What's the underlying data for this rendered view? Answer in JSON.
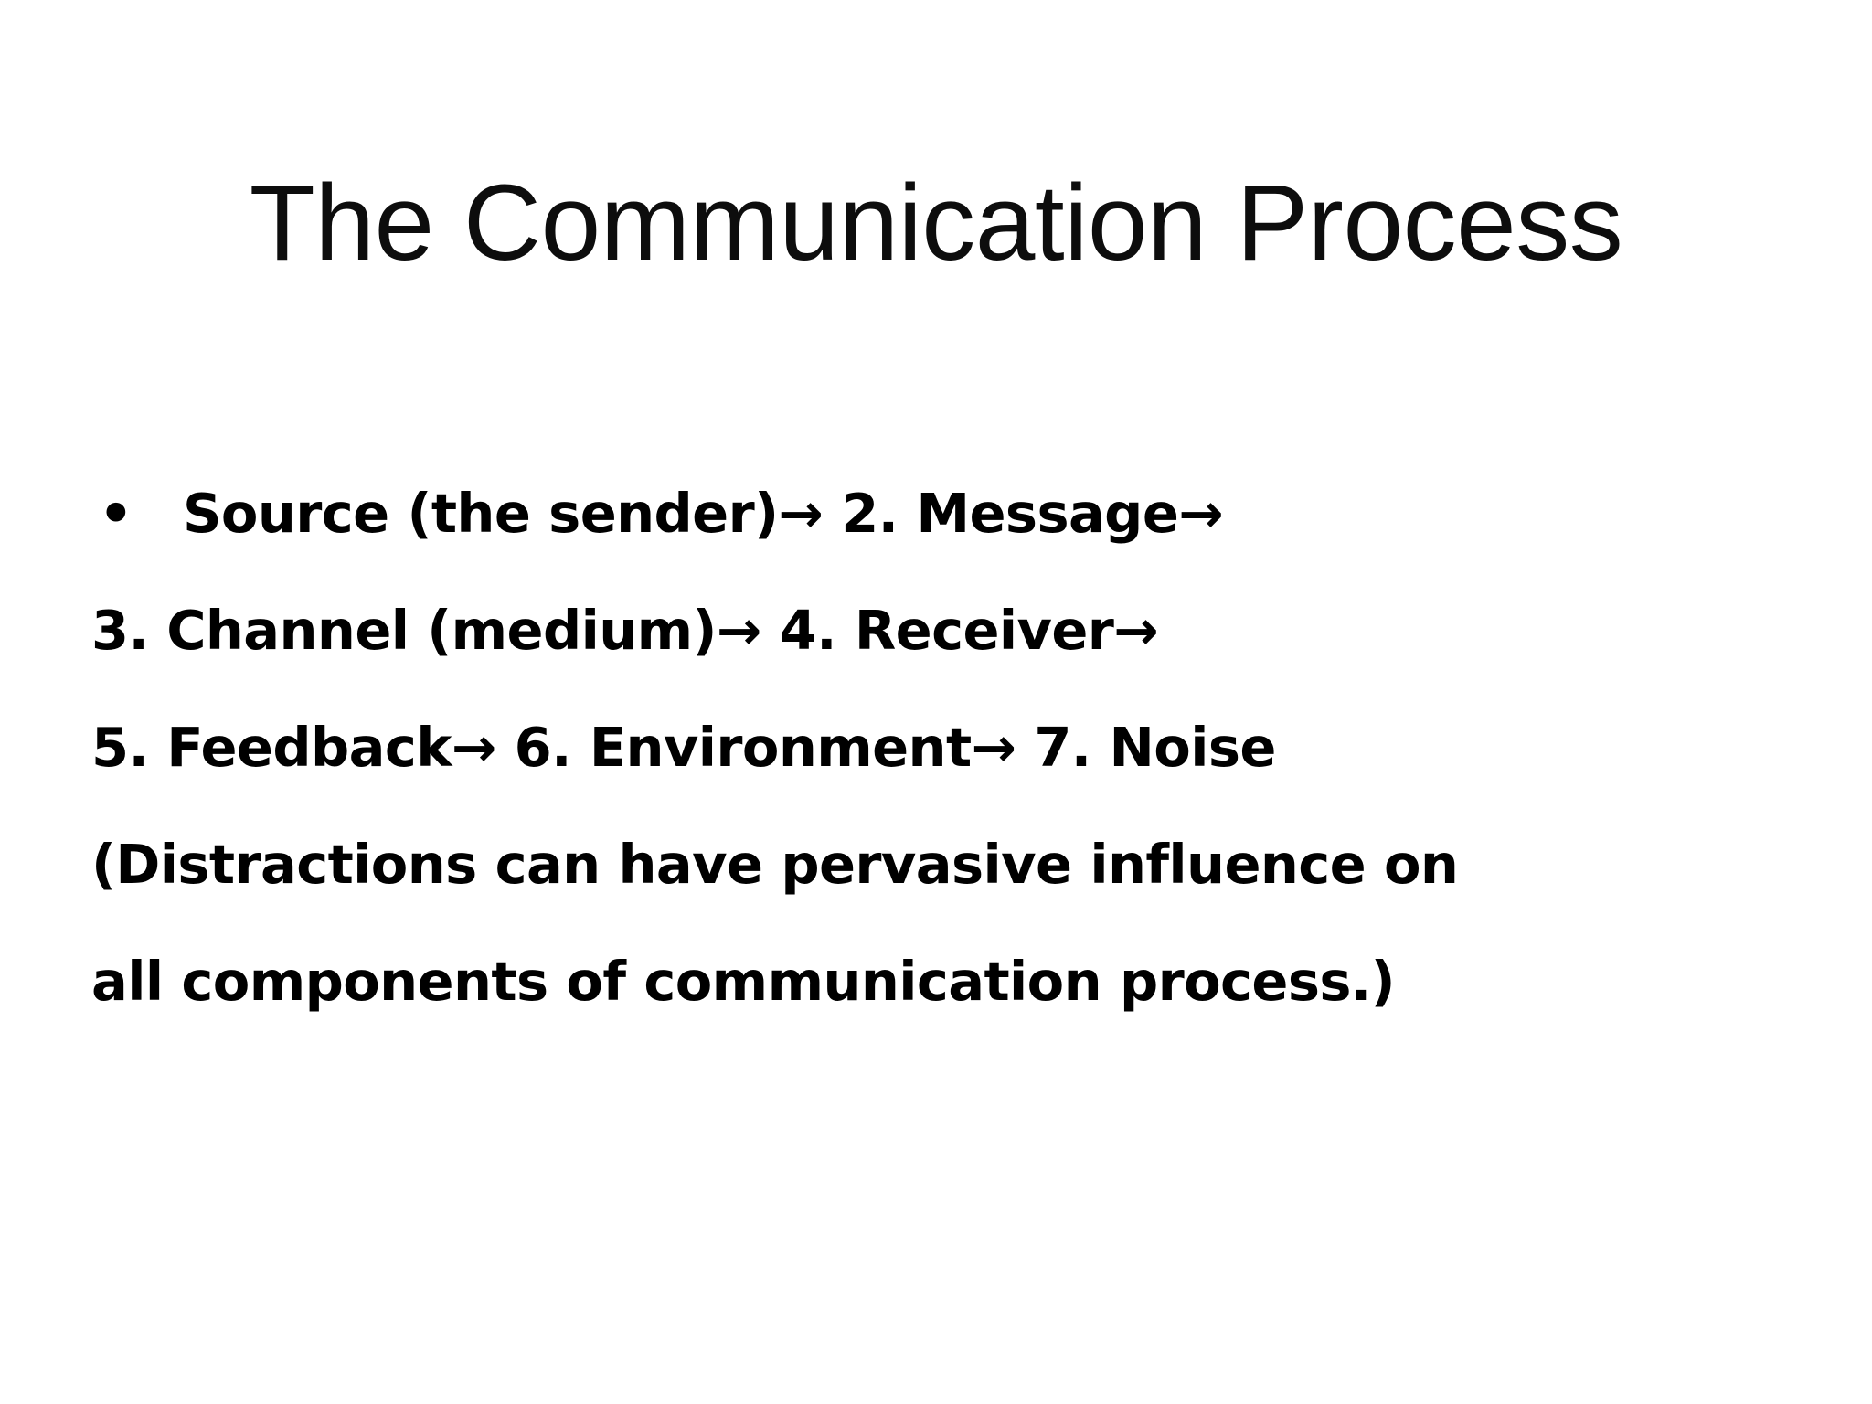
{
  "slide": {
    "background_color": "#ffffff",
    "text_color": "#000000",
    "title": "The Communication Process",
    "bullet_marker": "•",
    "arrow_glyph": "→",
    "body_lines": [
      {
        "id": "line-1",
        "has_bullet": true,
        "text": "Source (the sender)→ 2. Message→"
      },
      {
        "id": "line-2",
        "has_bullet": false,
        "text": "3. Channel (medium)→ 4. Receiver→"
      },
      {
        "id": "line-3",
        "has_bullet": false,
        "text": "5. Feedback→ 6. Environment→ 7. Noise"
      },
      {
        "id": "line-4",
        "has_bullet": false,
        "text": "(Distractions can have pervasive influence on"
      },
      {
        "id": "line-5",
        "has_bullet": false,
        "text": "all components of communication process.)"
      }
    ]
  }
}
